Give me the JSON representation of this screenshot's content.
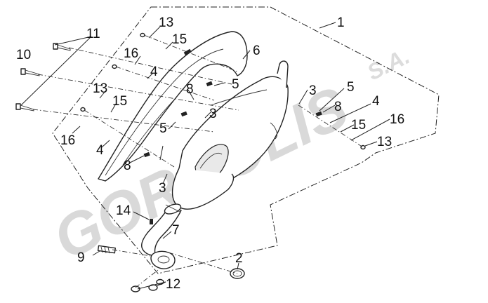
{
  "watermark": {
    "brand": "GORGOLIS",
    "suffix": "S.A."
  },
  "callouts": {
    "c1": "1",
    "c2": "2",
    "c3a": "3",
    "c3b": "3",
    "c3c": "3",
    "c4a": "4",
    "c4b": "4",
    "c4c": "4",
    "c5a": "5",
    "c5b": "5",
    "c5c": "5",
    "c6": "6",
    "c7": "7",
    "c8a": "8",
    "c8b": "8",
    "c8c": "8",
    "c9": "9",
    "c10": "10",
    "c11": "11",
    "c12": "12",
    "c13a": "13",
    "c13b": "13",
    "c13c": "13",
    "c14": "14",
    "c15a": "15",
    "c15b": "15",
    "c15c": "15",
    "c16a": "16",
    "c16b": "16",
    "c16c": "16"
  }
}
